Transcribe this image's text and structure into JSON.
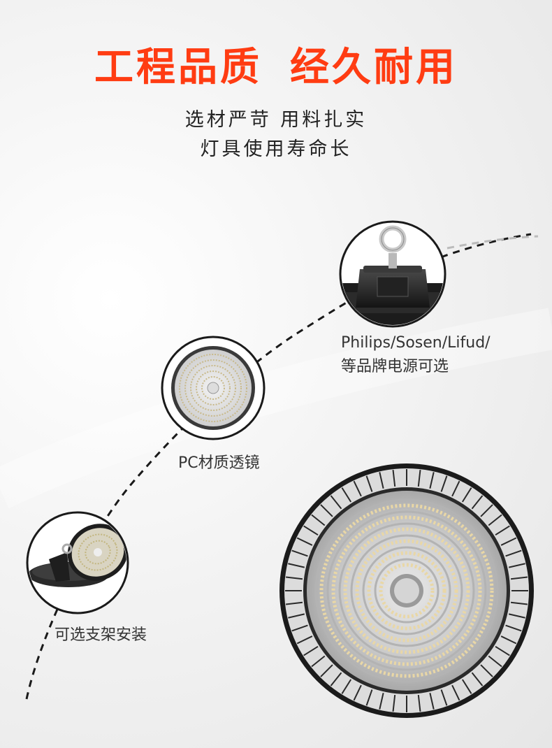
{
  "headline": {
    "left": "工程品质",
    "right": "经久耐用"
  },
  "subtitle": {
    "line1": "选材严苛 用料扎实",
    "line2": "灯具使用寿命长"
  },
  "features": {
    "driver": {
      "line1": "Philips/Sosen/Lifud/",
      "line2": "等品牌电源可选",
      "icon": "driver-box-icon"
    },
    "lens": {
      "label": "PC材质透镜",
      "icon": "lens-icon"
    },
    "bracket": {
      "label": "可选支架安装",
      "icon": "bracket-lamp-icon"
    }
  },
  "colors": {
    "headline": "#ff3c12",
    "text": "#222222",
    "ring": "#1a1a1a"
  }
}
